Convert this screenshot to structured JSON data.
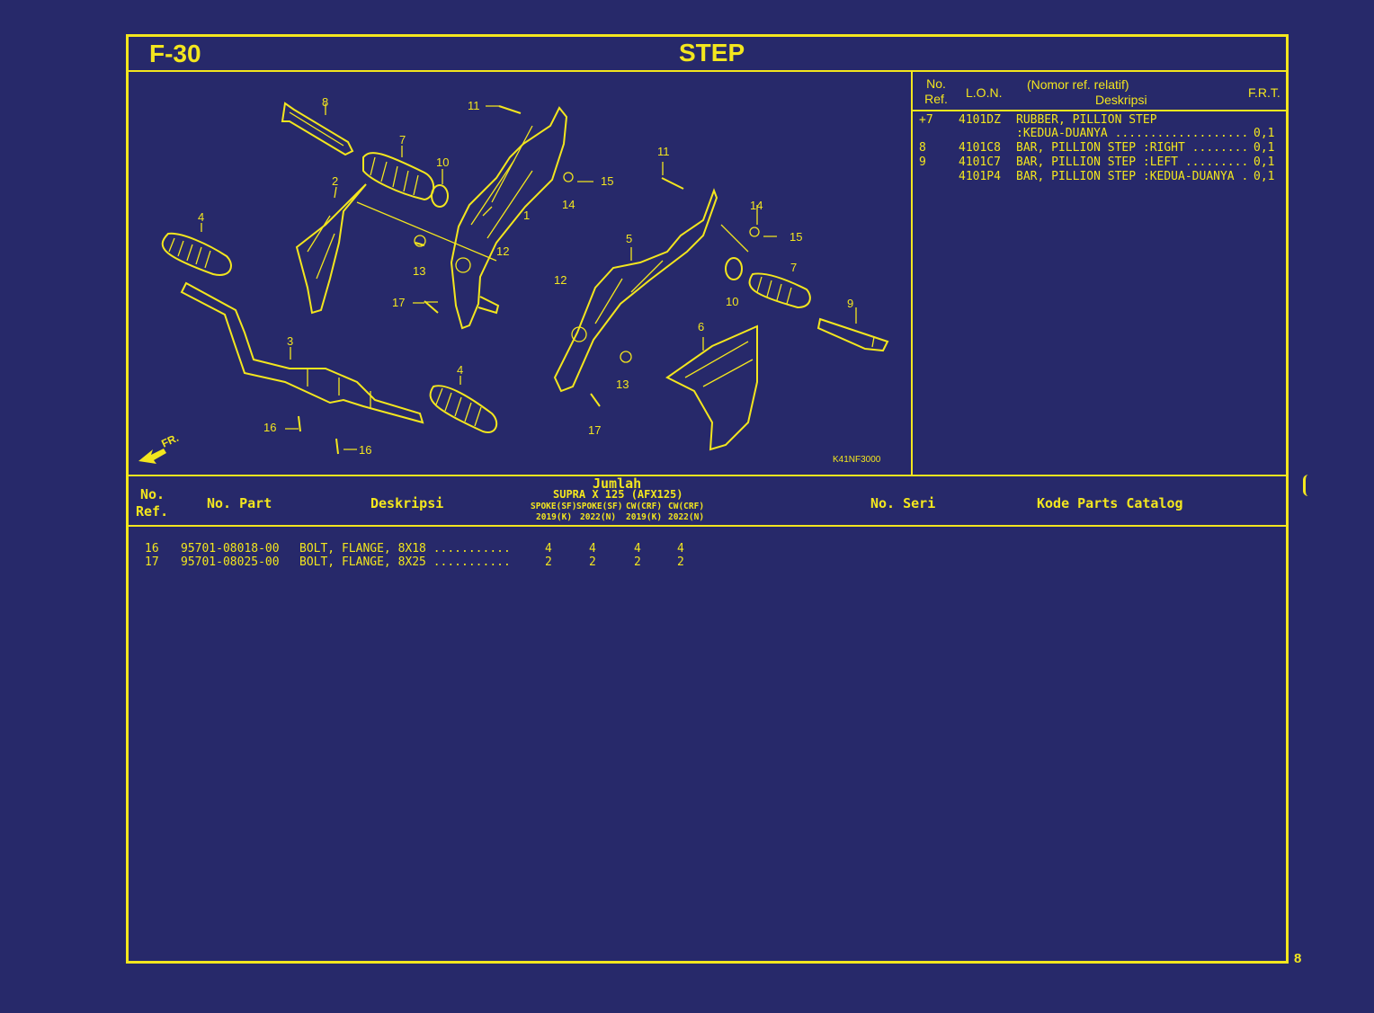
{
  "page": {
    "code": "F-30",
    "title": "STEP",
    "page_number": "8"
  },
  "diagram": {
    "image_code": "K41NF3000",
    "arrow_label": "FR.",
    "callouts": [
      "1",
      "2",
      "3",
      "4",
      "4",
      "5",
      "6",
      "7",
      "7",
      "8",
      "9",
      "10",
      "10",
      "11",
      "11",
      "12",
      "12",
      "13",
      "13",
      "14",
      "14",
      "15",
      "15",
      "16",
      "16",
      "17",
      "17"
    ]
  },
  "right_table": {
    "headers": {
      "no_ref": "No.\nRef.",
      "lon": "L.O.N.",
      "desc_top": "(Nomor ref. relatif)",
      "desc": "Deskripsi",
      "frt": "F.R.T."
    },
    "rows": [
      {
        "ref": "+7",
        "lon": "4101DZ",
        "desc": "RUBBER, PILLION STEP",
        "frt": ""
      },
      {
        "ref": "",
        "lon": "",
        "desc": ":KEDUA-DUANYA ...................",
        "frt": "0,1"
      },
      {
        "ref": "8",
        "lon": "4101C8",
        "desc": "BAR, PILLION STEP :RIGHT ........",
        "frt": "0,1"
      },
      {
        "ref": "9",
        "lon": "4101C7",
        "desc": "BAR, PILLION STEP :LEFT .........",
        "frt": "0,1"
      },
      {
        "ref": "",
        "lon": "4101P4",
        "desc": "BAR, PILLION STEP :KEDUA-DUANYA .",
        "frt": "0,1"
      }
    ]
  },
  "bottom_table": {
    "headers": {
      "no_ref_1": "No.",
      "no_ref_2": "Ref.",
      "no_part": "No. Part",
      "desc": "Deskripsi",
      "jumlah": "Jumlah",
      "model": "SUPRA X 125 (AFX125)",
      "types": [
        "SPOKE(SF)",
        "SPOKE(SF)",
        "CW(CRF)",
        "CW(CRF)"
      ],
      "years": [
        "2019(K)",
        "2022(N)",
        "2019(K)",
        "2022(N)"
      ],
      "serial": "No. Seri",
      "catalog": "Kode Parts Catalog"
    },
    "rows": [
      {
        "ref": "16",
        "part": "95701-08018-00",
        "desc": "BOLT, FLANGE, 8X18 ...........",
        "q": [
          "4",
          "4",
          "4",
          "4"
        ]
      },
      {
        "ref": "17",
        "part": "95701-08025-00",
        "desc": "BOLT, FLANGE, 8X25 ...........",
        "q": [
          "2",
          "2",
          "2",
          "2"
        ]
      }
    ]
  }
}
